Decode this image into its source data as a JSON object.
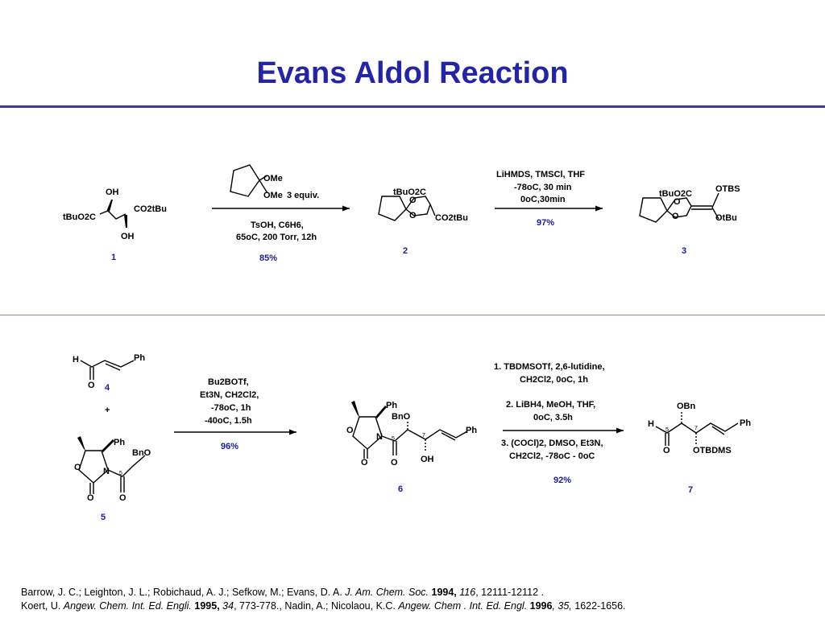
{
  "title": "Evans Aldol Reaction",
  "colors": {
    "title": "#2424a8",
    "rule": "#3a3a9a",
    "rule_thin": "#8888b8",
    "yield": "#1a1aa0"
  },
  "scheme1": {
    "cmpd1": {
      "oh_top": "OH",
      "oh_bottom": "OH",
      "left_group": "tBuO2C",
      "right_group": "CO2tBu",
      "label": "1"
    },
    "reagent": {
      "ome_top": "OMe",
      "ome_bottom": "OMe",
      "equiv": "3 equiv.",
      "conditions_1": "TsOH, C6H6,",
      "conditions_2": "65oC, 200 Torr, 12h",
      "yield": "85%"
    },
    "cmpd2": {
      "top_group": "tBuO2C",
      "o_top": "O",
      "o_bottom": "O",
      "right_group": "CO2tBu",
      "label": "2"
    },
    "step2": {
      "conditions_1": "LiHMDS, TMSCl, THF",
      "conditions_2": "-78oC, 30 min",
      "conditions_3": "0oC,30min",
      "yield": "97%"
    },
    "cmpd3": {
      "top_group": "tBuO2C",
      "o_top": "O",
      "o_bottom": "O",
      "otbs": "OTBS",
      "otbu": "OtBu",
      "label": "3"
    }
  },
  "scheme2": {
    "cmpd4": {
      "h": "H",
      "o": "O",
      "ph": "Ph",
      "label": "4"
    },
    "plus": "+",
    "cmpd5": {
      "ph": "Ph",
      "bno": "BnO",
      "ring_o": "O",
      "n": "N",
      "c5": "5",
      "o_carbonyl1": "O",
      "o_carbonyl2": "O",
      "label": "5"
    },
    "step3": {
      "line1": "Bu2BOTf,",
      "line2": "Et3N, CH2Cl2,",
      "line3": "-78oC, 1h",
      "line4": "-40oC, 1.5h",
      "yield": "96%"
    },
    "cmpd6": {
      "ph": "Ph",
      "bno": "BnO",
      "ring_o": "O",
      "n": "N",
      "c5": "5",
      "c7": "7",
      "o1": "O",
      "o2": "O",
      "oh": "OH",
      "ph2": "Ph",
      "label": "6"
    },
    "step4": {
      "l1": "1. TBDMSOTf, 2,6-lutidine,",
      "l2": "CH2Cl2, 0oC, 1h",
      "l3": "2. LiBH4, MeOH, THF,",
      "l4": "0oC, 3.5h",
      "l5": "3. (COCl)2, DMSO, Et3N,",
      "l6": "CH2Cl2, -78oC - 0oC",
      "yield": "92%"
    },
    "cmpd7": {
      "obn": "OBn",
      "h": "H",
      "c5": "5",
      "c7": "7",
      "o": "O",
      "otbdms": "OTBDMS",
      "ph": "Ph",
      "label": "7"
    }
  },
  "refs": {
    "line1": {
      "authors": "Barrow, J. C.; Leighton, J. L.; Robichaud, A. J.; Sefkow, M.; Evans, D. A. ",
      "journal": "J. Am. Chem. Soc.",
      "year": " 1994,",
      "vol": " 116",
      "pages": ", 12111-12112 ."
    },
    "line2": {
      "a1": "Koert, U. ",
      "j1": "Angew. Chem. Int. Ed. Engli.",
      "y1": " 1995,",
      "v1": " 34",
      "p1": ", 773-778., Nadin, A.; Nicolaou, K.C. ",
      "j2": "Angew. Chem . Int. Ed. Engl.",
      "y2": " 1996",
      "v2": ", 35,",
      "p2": " 1622-1656."
    }
  }
}
